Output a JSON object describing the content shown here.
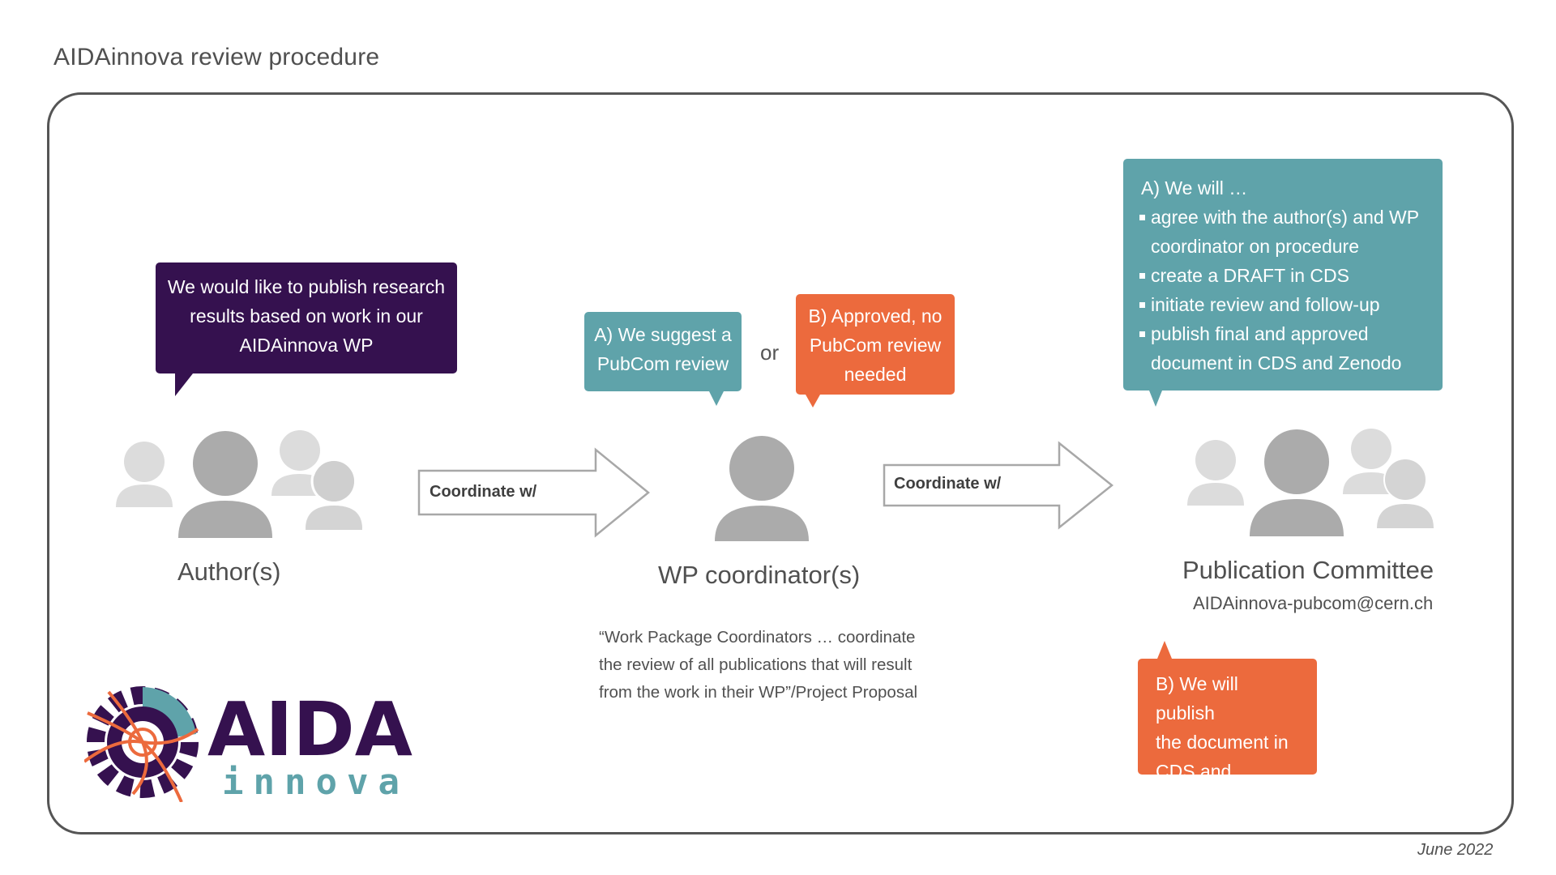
{
  "title": "AIDAinnova review procedure",
  "bubbles": {
    "author": [
      "We would like to publish research",
      "results based on work  in our",
      "AIDAinnova WP"
    ],
    "suggest": [
      "A) We suggest a",
      "PubCom review"
    ],
    "or": "or",
    "approved": [
      "B) Approved, no",
      "PubCom review",
      "needed"
    ],
    "pubcom_heading": "A) We will …",
    "pubcom_items": [
      [
        "agree with the author(s) and WP",
        "coordinator on procedure"
      ],
      [
        "create a DRAFT in CDS"
      ],
      [
        "initiate review and follow-up"
      ],
      [
        "publish final and approved",
        "document in CDS and Zenodo"
      ]
    ],
    "publish": [
      "B) We will publish",
      "the document in",
      "CDS and Zenodo"
    ]
  },
  "roles": {
    "authors": "Author(s)",
    "wp": "WP coordinator(s)",
    "pubcom": "Publication Committee",
    "email": "AIDAinnova-pubcom@cern.ch"
  },
  "arrows": {
    "first": "Coordinate w/",
    "second": "Coordinate w/"
  },
  "quote": [
    "“Work Package Coordinators … coordinate",
    "the review of all publications that will result",
    "from the work in their WP”/Project Proposal"
  ],
  "logo": {
    "word1": "AIDA",
    "word2": "innova"
  },
  "date": "June 2022",
  "colors": {
    "purple": "#35114f",
    "teal": "#5fa3aa",
    "orange": "#ec6a3d",
    "person_dark": "#ababab",
    "person_light": "#dcdcdc"
  }
}
